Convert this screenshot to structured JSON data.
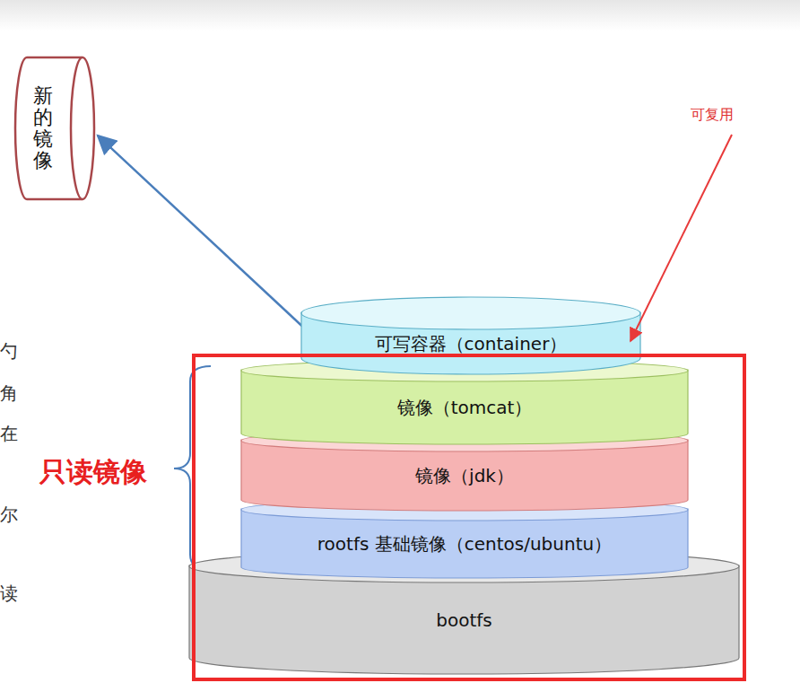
{
  "diagram": {
    "nodes": [
      {
        "text": [
          "新的镜像"
        ]
      },
      {
        "text": [
          "可写容器（container）"
        ]
      },
      {
        "text": [
          "镜像（tomcat）"
        ]
      },
      {
        "text": [
          "镜像（jdk）"
        ]
      },
      {
        "text": [
          "rootfs 基础镜像（centos/ubuntu）"
        ]
      },
      {
        "text": [
          "bootfs"
        ]
      }
    ],
    "edges": [
      {
        "from": 1,
        "to": 0,
        "arrow": "to"
      }
    ],
    "labels": [
      "可复用",
      "只读镜像",
      "勺",
      "角",
      "在",
      "尔",
      "读"
    ]
  }
}
